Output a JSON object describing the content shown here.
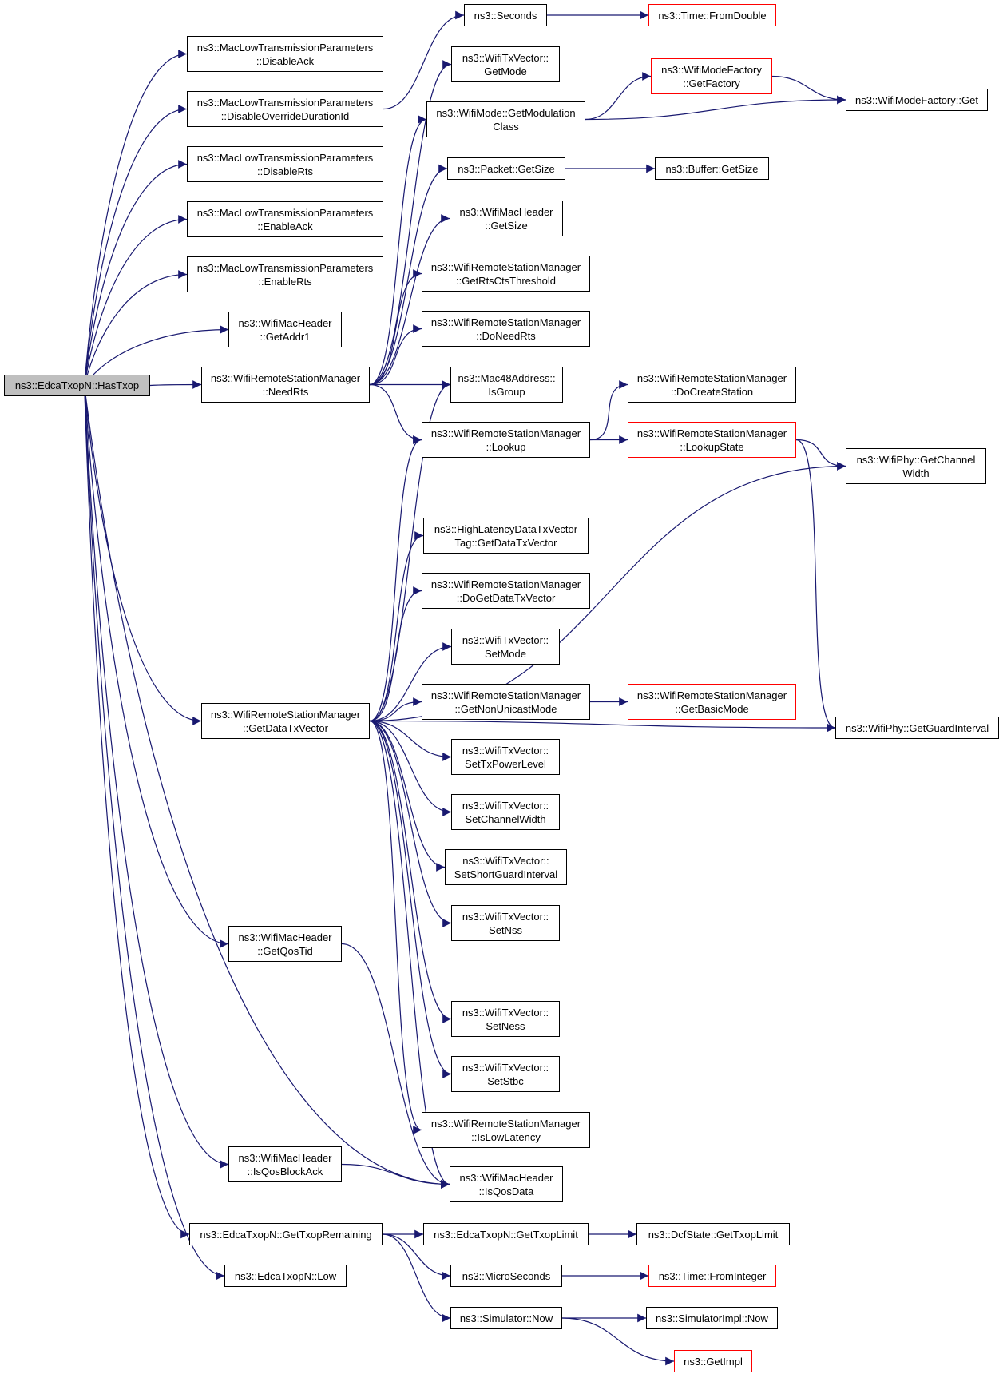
{
  "nodes": [
    {
      "id": "root",
      "label": "ns3::EdcaTxopN::HasTxop",
      "style": "root"
    },
    {
      "id": "disableAck",
      "label": "ns3::MacLowTransmissionParameters\n::DisableAck"
    },
    {
      "id": "disableOverride",
      "label": "ns3::MacLowTransmissionParameters\n::DisableOverrideDurationId"
    },
    {
      "id": "disableRts",
      "label": "ns3::MacLowTransmissionParameters\n::DisableRts"
    },
    {
      "id": "enableAck",
      "label": "ns3::MacLowTransmissionParameters\n::EnableAck"
    },
    {
      "id": "enableRts",
      "label": "ns3::MacLowTransmissionParameters\n::EnableRts"
    },
    {
      "id": "getAddr1",
      "label": "ns3::WifiMacHeader\n::GetAddr1"
    },
    {
      "id": "needRts",
      "label": "ns3::WifiRemoteStationManager\n::NeedRts"
    },
    {
      "id": "getDataTxVector",
      "label": "ns3::WifiRemoteStationManager\n::GetDataTxVector"
    },
    {
      "id": "getQosTid",
      "label": "ns3::WifiMacHeader\n::GetQosTid"
    },
    {
      "id": "isQosBlockAck",
      "label": "ns3::WifiMacHeader\n::IsQosBlockAck"
    },
    {
      "id": "getTxopRemaining",
      "label": "ns3::EdcaTxopN::GetTxopRemaining"
    },
    {
      "id": "low",
      "label": "ns3::EdcaTxopN::Low"
    },
    {
      "id": "seconds",
      "label": "ns3::Seconds"
    },
    {
      "id": "fromDouble",
      "label": "ns3::Time::FromDouble",
      "style": "red"
    },
    {
      "id": "getMode",
      "label": "ns3::WifiTxVector::\nGetMode"
    },
    {
      "id": "getModClass",
      "label": "ns3::WifiMode::GetModulation\nClass"
    },
    {
      "id": "modeFactoryGetFactory",
      "label": "ns3::WifiModeFactory\n::GetFactory",
      "style": "red"
    },
    {
      "id": "modeFactoryGet",
      "label": "ns3::WifiModeFactory::Get"
    },
    {
      "id": "packetGetSize",
      "label": "ns3::Packet::GetSize"
    },
    {
      "id": "bufferGetSize",
      "label": "ns3::Buffer::GetSize"
    },
    {
      "id": "macHeaderGetSize",
      "label": "ns3::WifiMacHeader\n::GetSize"
    },
    {
      "id": "getRtsCtsThreshold",
      "label": "ns3::WifiRemoteStationManager\n::GetRtsCtsThreshold"
    },
    {
      "id": "doNeedRts",
      "label": "ns3::WifiRemoteStationManager\n::DoNeedRts"
    },
    {
      "id": "isGroup",
      "label": "ns3::Mac48Address::\nIsGroup"
    },
    {
      "id": "lookup",
      "label": "ns3::WifiRemoteStationManager\n::Lookup"
    },
    {
      "id": "doCreateStation",
      "label": "ns3::WifiRemoteStationManager\n::DoCreateStation"
    },
    {
      "id": "lookupState",
      "label": "ns3::WifiRemoteStationManager\n::LookupState",
      "style": "red"
    },
    {
      "id": "getChannelWidth",
      "label": "ns3::WifiPhy::GetChannel\nWidth"
    },
    {
      "id": "hlGetDataTxVector",
      "label": "ns3::HighLatencyDataTxVector\nTag::GetDataTxVector"
    },
    {
      "id": "doGetDataTxVector",
      "label": "ns3::WifiRemoteStationManager\n::DoGetDataTxVector"
    },
    {
      "id": "setMode",
      "label": "ns3::WifiTxVector::\nSetMode"
    },
    {
      "id": "getNonUnicastMode",
      "label": "ns3::WifiRemoteStationManager\n::GetNonUnicastMode"
    },
    {
      "id": "getBasicMode",
      "label": "ns3::WifiRemoteStationManager\n::GetBasicMode",
      "style": "red"
    },
    {
      "id": "getGuardInterval",
      "label": "ns3::WifiPhy::GetGuardInterval"
    },
    {
      "id": "setTxPowerLevel",
      "label": "ns3::WifiTxVector::\nSetTxPowerLevel"
    },
    {
      "id": "setChannelWidth",
      "label": "ns3::WifiTxVector::\nSetChannelWidth"
    },
    {
      "id": "setShortGuardInterval",
      "label": "ns3::WifiTxVector::\nSetShortGuardInterval"
    },
    {
      "id": "setNss",
      "label": "ns3::WifiTxVector::\nSetNss"
    },
    {
      "id": "setNess",
      "label": "ns3::WifiTxVector::\nSetNess"
    },
    {
      "id": "setStbc",
      "label": "ns3::WifiTxVector::\nSetStbc"
    },
    {
      "id": "isLowLatency",
      "label": "ns3::WifiRemoteStationManager\n::IsLowLatency"
    },
    {
      "id": "isQosData",
      "label": "ns3::WifiMacHeader\n::IsQosData"
    },
    {
      "id": "getTxopLimit",
      "label": "ns3::EdcaTxopN::GetTxopLimit"
    },
    {
      "id": "dcfGetTxopLimit",
      "label": "ns3::DcfState::GetTxopLimit"
    },
    {
      "id": "microSeconds",
      "label": "ns3::MicroSeconds"
    },
    {
      "id": "fromInteger",
      "label": "ns3::Time::FromInteger",
      "style": "red"
    },
    {
      "id": "simNow",
      "label": "ns3::Simulator::Now"
    },
    {
      "id": "simImplNow",
      "label": "ns3::SimulatorImpl::Now"
    },
    {
      "id": "getImpl",
      "label": "ns3::GetImpl",
      "style": "red"
    }
  ],
  "edges": [
    [
      "root",
      "disableAck"
    ],
    [
      "root",
      "disableOverride"
    ],
    [
      "root",
      "disableRts"
    ],
    [
      "root",
      "enableAck"
    ],
    [
      "root",
      "enableRts"
    ],
    [
      "root",
      "getAddr1"
    ],
    [
      "root",
      "needRts"
    ],
    [
      "root",
      "getDataTxVector"
    ],
    [
      "root",
      "getQosTid"
    ],
    [
      "root",
      "isQosBlockAck"
    ],
    [
      "root",
      "getTxopRemaining"
    ],
    [
      "root",
      "low"
    ],
    [
      "root",
      "isQosData"
    ],
    [
      "disableOverride",
      "seconds"
    ],
    [
      "seconds",
      "fromDouble"
    ],
    [
      "needRts",
      "getMode"
    ],
    [
      "needRts",
      "getModClass"
    ],
    [
      "needRts",
      "packetGetSize"
    ],
    [
      "needRts",
      "macHeaderGetSize"
    ],
    [
      "needRts",
      "getRtsCtsThreshold"
    ],
    [
      "needRts",
      "doNeedRts"
    ],
    [
      "needRts",
      "isGroup"
    ],
    [
      "needRts",
      "lookup"
    ],
    [
      "getModClass",
      "modeFactoryGetFactory"
    ],
    [
      "getModClass",
      "modeFactoryGet"
    ],
    [
      "modeFactoryGetFactory",
      "modeFactoryGet"
    ],
    [
      "packetGetSize",
      "bufferGetSize"
    ],
    [
      "lookup",
      "doCreateStation"
    ],
    [
      "lookup",
      "lookupState"
    ],
    [
      "lookupState",
      "getChannelWidth"
    ],
    [
      "lookupState",
      "getGuardInterval"
    ],
    [
      "getDataTxVector",
      "isGroup"
    ],
    [
      "getDataTxVector",
      "lookup"
    ],
    [
      "getDataTxVector",
      "getChannelWidth"
    ],
    [
      "getDataTxVector",
      "hlGetDataTxVector"
    ],
    [
      "getDataTxVector",
      "doGetDataTxVector"
    ],
    [
      "getDataTxVector",
      "setMode"
    ],
    [
      "getDataTxVector",
      "getNonUnicastMode"
    ],
    [
      "getDataTxVector",
      "setTxPowerLevel"
    ],
    [
      "getDataTxVector",
      "setChannelWidth"
    ],
    [
      "getDataTxVector",
      "setShortGuardInterval"
    ],
    [
      "getDataTxVector",
      "setNss"
    ],
    [
      "getDataTxVector",
      "getGuardInterval"
    ],
    [
      "getDataTxVector",
      "setNess"
    ],
    [
      "getDataTxVector",
      "setStbc"
    ],
    [
      "getDataTxVector",
      "isLowLatency"
    ],
    [
      "getDataTxVector",
      "isQosData"
    ],
    [
      "getNonUnicastMode",
      "getBasicMode"
    ],
    [
      "getQosTid",
      "isQosData"
    ],
    [
      "isQosBlockAck",
      "isQosData"
    ],
    [
      "getTxopRemaining",
      "getTxopLimit"
    ],
    [
      "getTxopRemaining",
      "microSeconds"
    ],
    [
      "getTxopRemaining",
      "simNow"
    ],
    [
      "getTxopLimit",
      "dcfGetTxopLimit"
    ],
    [
      "microSeconds",
      "fromInteger"
    ],
    [
      "simNow",
      "simImplNow"
    ],
    [
      "simNow",
      "getImpl"
    ]
  ]
}
